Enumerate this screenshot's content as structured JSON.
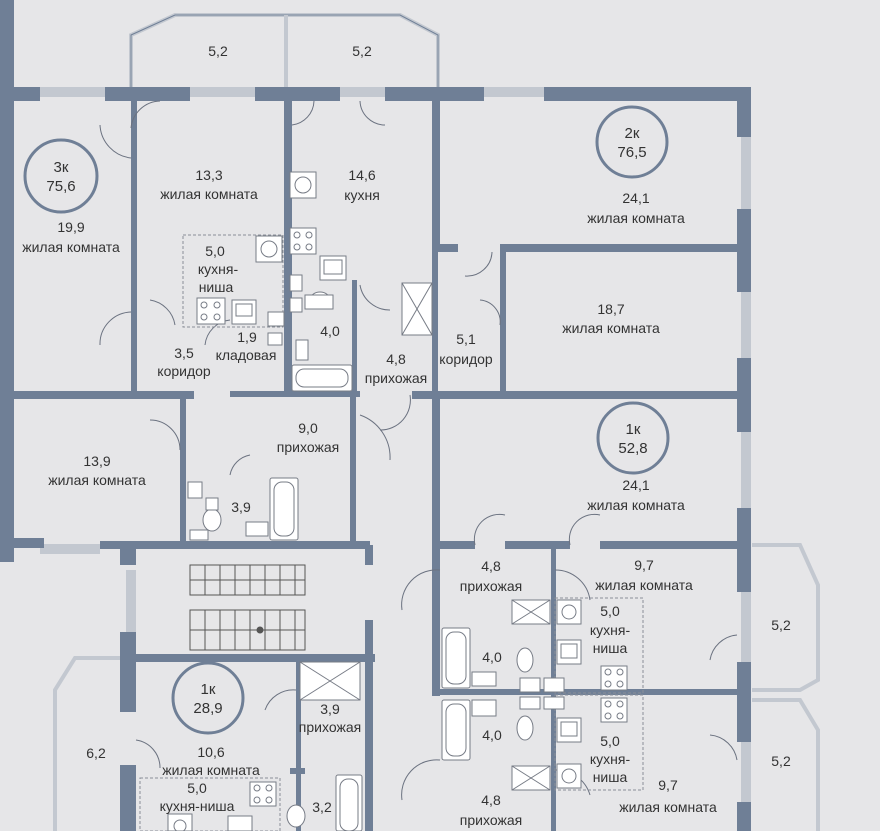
{
  "colors": {
    "background": "#e6e6e8",
    "wall": "#6f7f96",
    "window": "#c3c8d0",
    "badge_ring": "#6f7f96",
    "text": "#333333",
    "fixture": "#777c86"
  },
  "apartments": {
    "a3k": {
      "type": "3к",
      "area": "75,6"
    },
    "a2k": {
      "type": "2к",
      "area": "76,5"
    },
    "a1k_mid": {
      "type": "1к",
      "area": "52,8"
    },
    "a1k_bot": {
      "type": "1к",
      "area": "28,9"
    }
  },
  "rooms": {
    "balcony_left": {
      "area": "5,2"
    },
    "balcony_right": {
      "area": "5,2"
    },
    "r3k_living_big": {
      "area": "19,9",
      "name": "жилая комната"
    },
    "r3k_living_mid": {
      "area": "13,3",
      "name": "жилая комната"
    },
    "r3k_kitchen_niche": {
      "area": "5,0",
      "name": "кухня-",
      "name2": "ниша"
    },
    "r3k_storage": {
      "area": "1,9",
      "name": "кладовая"
    },
    "r3k_corridor": {
      "area": "3,5",
      "name": "коридор"
    },
    "r3k_living_low": {
      "area": "13,9",
      "name": "жилая комната"
    },
    "r3k_hall": {
      "area": "9,0",
      "name": "прихожая"
    },
    "r3k_bath": {
      "area": "3,9"
    },
    "r2k_kitchen": {
      "area": "14,6",
      "name": "кухня"
    },
    "r2k_bath": {
      "area": "4,0"
    },
    "r2k_hall": {
      "area": "4,8",
      "name": "прихожая"
    },
    "r2k_corridor": {
      "area": "5,1",
      "name": "коридор"
    },
    "r2k_living_top": {
      "area": "24,1",
      "name": "жилая комната"
    },
    "r2k_living_mid": {
      "area": "18,7",
      "name": "жилая комната"
    },
    "r1k_living": {
      "area": "24,1",
      "name": "жилая комната"
    },
    "r1k_hall": {
      "area": "4,8",
      "name": "прихожая"
    },
    "r1k_bath": {
      "area": "4,0"
    },
    "r1k_living_small": {
      "area": "9,7",
      "name": "жилая комната"
    },
    "r1k_kitchen_niche": {
      "area": "5,0",
      "name": "кухня-",
      "name2": "ниша"
    },
    "balcony_right_mid": {
      "area": "5,2"
    },
    "r_bath_low": {
      "area": "4,0"
    },
    "r_kitchen_niche_low": {
      "area": "5,0",
      "name": "кухня-",
      "name2": "ниша"
    },
    "r_living_low_right": {
      "area": "9,7",
      "name": "жилая комната"
    },
    "balcony_right_low": {
      "area": "5,2"
    },
    "r_hall_low": {
      "area": "4,8",
      "name": "прихожая"
    },
    "balcony_left_low": {
      "area": "6,2"
    },
    "r1kb_hall": {
      "area": "3,9",
      "name": "прихожая"
    },
    "r1kb_living": {
      "area": "10,6",
      "name": "жилая комната"
    },
    "r1kb_kitchen_niche": {
      "area": "5,0",
      "name": "кухня-ниша"
    },
    "r1kb_bath": {
      "area": "3,2"
    }
  }
}
